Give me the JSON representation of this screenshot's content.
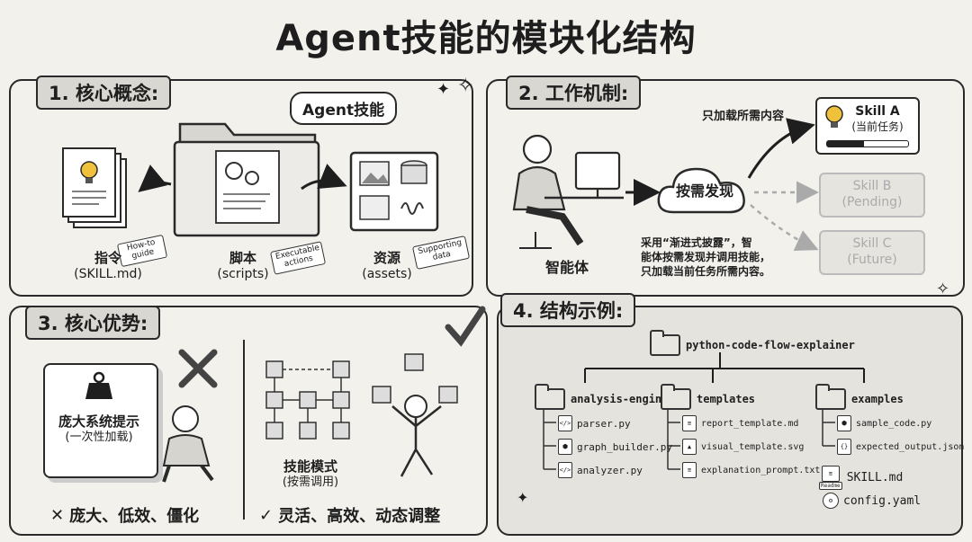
{
  "title": "Agent技能的模块化结构",
  "sec1": {
    "title": "1. 核心概念:",
    "bubble": "Agent技能",
    "doc_label": "指令",
    "doc_sub": "(SKILL.md)",
    "doc_tag": "How-to guide",
    "script_label": "脚本",
    "script_sub": "(scripts)",
    "script_tag": "Executable actions",
    "asset_label": "资源",
    "asset_sub": "(assets)",
    "asset_tag": "Supporting data"
  },
  "sec2": {
    "title": "2. 工作机制:",
    "agent_label": "智能体",
    "cloud_label": "按需发现",
    "arrow_note": "只加载所需内容",
    "skill_a": "Skill A",
    "skill_a_sub": "(当前任务)",
    "skill_b": "Skill B",
    "skill_b_sub": "(Pending)",
    "skill_c": "Skill C",
    "skill_c_sub": "(Future)",
    "desc_line1": "采用“渐进式披露”，智",
    "desc_line2": "能体按需发现并调用技能，",
    "desc_line3": "只加载当前任务所需内容。"
  },
  "sec3": {
    "title": "3. 核心优势:",
    "left_label": "庞大系统提示",
    "left_sub": "(一次性加载)",
    "left_footer": "庞大、低效、僵化",
    "right_label": "技能模式",
    "right_sub": "(按需调用)",
    "right_footer": "灵活、高效、动态调整"
  },
  "sec4": {
    "title": "4. 结构示例:",
    "root": "python-code-flow-explainer",
    "folders": [
      {
        "name": "analysis-engine",
        "files": [
          "parser.py",
          "graph_builder.py",
          "analyzer.py"
        ]
      },
      {
        "name": "templates",
        "files": [
          "report_template.md",
          "visual_template.svg",
          "explanation_prompt.txt"
        ]
      },
      {
        "name": "examples",
        "files": [
          "sample_code.py",
          "expected_output.json"
        ]
      }
    ],
    "root_files": [
      "SKILL.md",
      "config.yaml"
    ],
    "readme_badge": "Readme"
  }
}
